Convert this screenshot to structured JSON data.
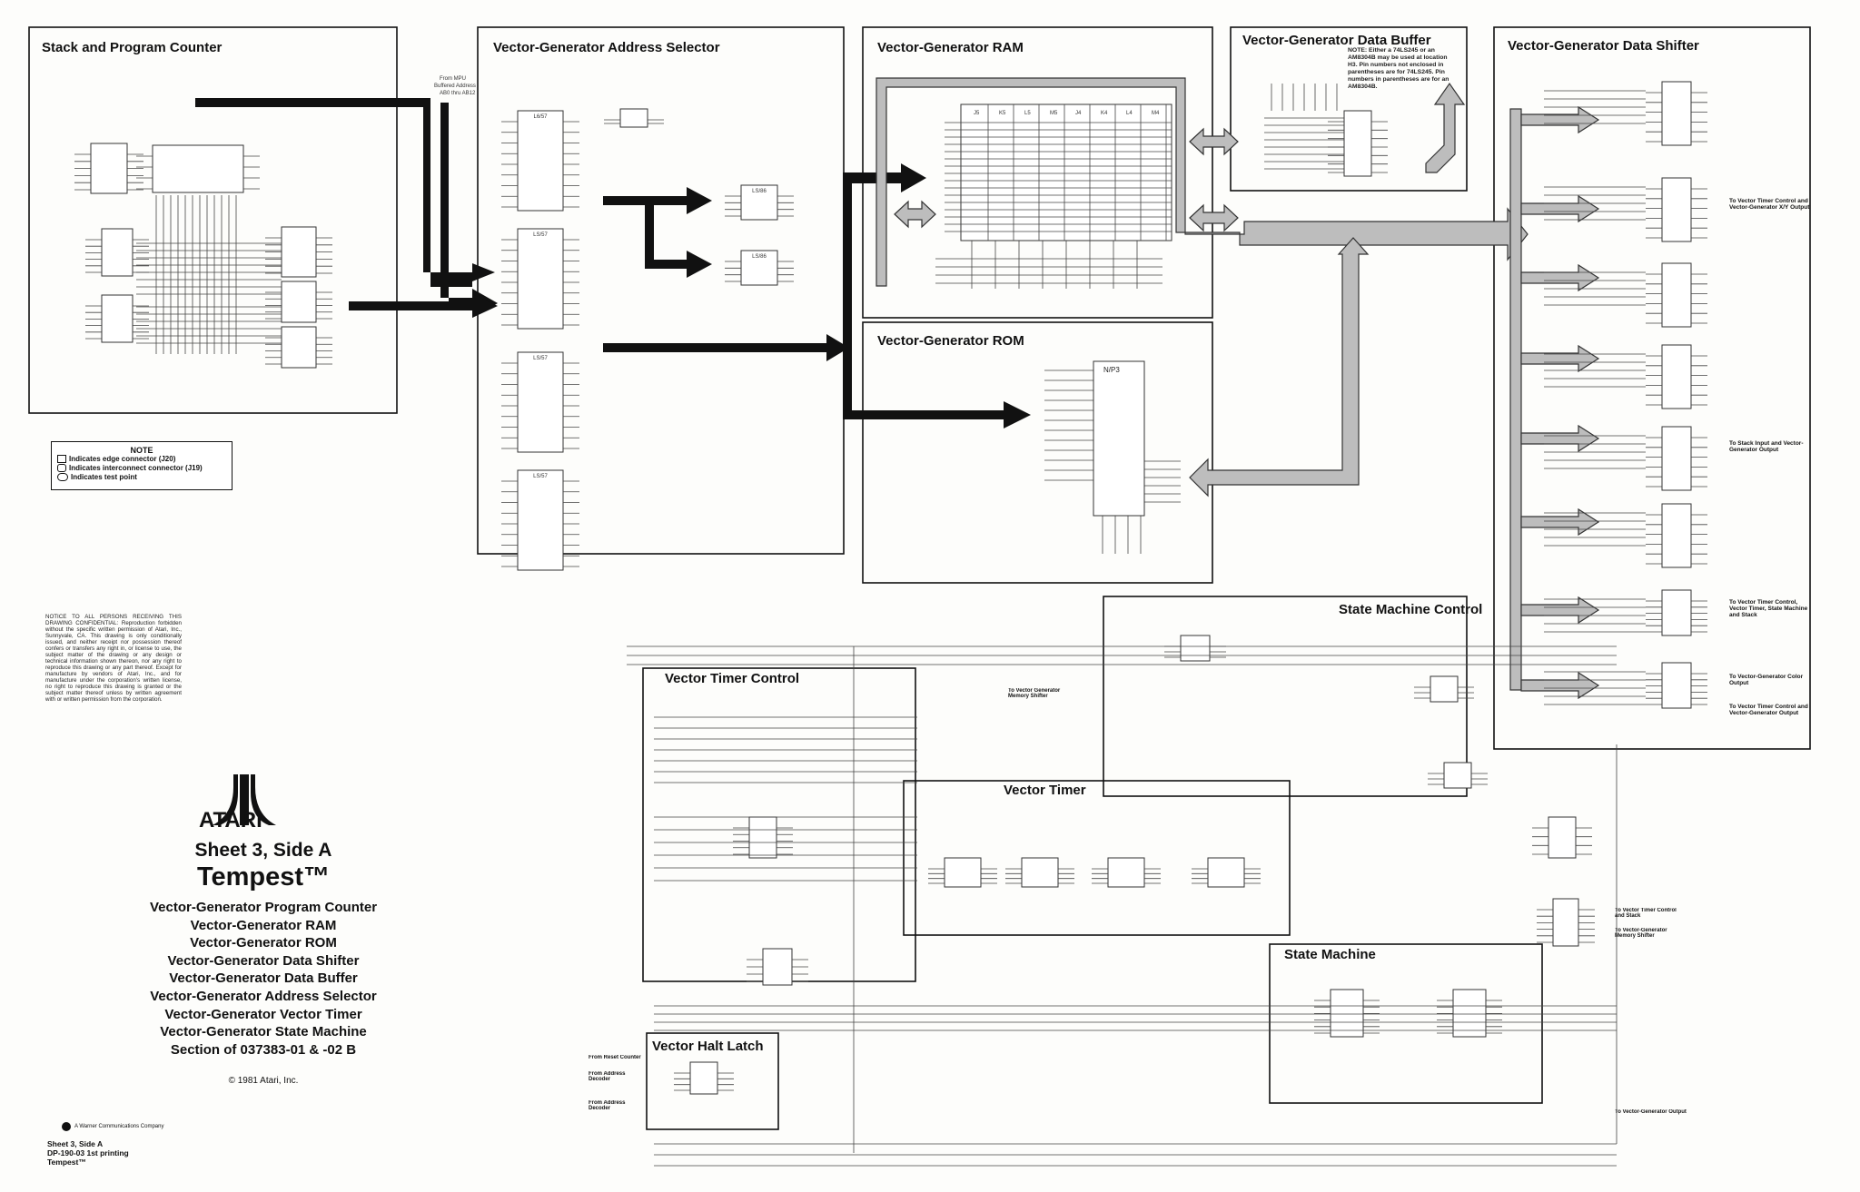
{
  "sections": {
    "stack_pc": "Stack and Program Counter",
    "addr_sel": "Vector-Generator Address Selector",
    "ram": "Vector-Generator RAM",
    "data_buffer": "Vector-Generator Data Buffer",
    "data_shifter": "Vector-Generator Data Shifter",
    "rom": "Vector-Generator ROM",
    "state_machine_control": "State Machine Control",
    "vector_timer_control": "Vector Timer Control",
    "vector_timer": "Vector Timer",
    "state_machine": "State Machine",
    "vector_halt_latch": "Vector Halt Latch"
  },
  "annotations": {
    "from_mpu": "From MPU Buffered Address AB0 thru AB12",
    "buffer_note": "NOTE: Either a 74LS245 or an AM8304B may be used at location H3. Pin numbers not enclosed in parentheses are for 74LS245. Pin numbers in parentheses are for an AM8304B.",
    "to_timer_xy": "To Vector Timer Control and Vector-Generator X/Y Output",
    "to_stack_output": "To Stack Input and Vector-Generator Output",
    "to_timer_sm_stack": "To Vector Timer Control, Vector Timer, State Machine and Stack",
    "to_color_output": "To Vector-Generator Color Output",
    "to_timer_output": "To Vector Timer Control and Vector-Generator Output",
    "to_memory_shifter": "To Vector Generator Memory Shifter",
    "to_timer_stack": "To Vector Timer Control and Stack",
    "to_memory_shifter2": "To Vector-Generator Memory Shifter",
    "to_output": "To Vector-Generator Output",
    "from_reset": "From Reset Counter",
    "from_addr_dec": "From Address Decoder",
    "from_addr_dec2": "From Address Decoder"
  },
  "note": {
    "title": "NOTE",
    "items": [
      "Indicates edge connector (J20)",
      "Indicates interconnect connector (J19)",
      "Indicates test point"
    ]
  },
  "notice": "NOTICE TO ALL PERSONS RECEIVING THIS DRAWING CONFIDENTIAL: Reproduction forbidden without the specific written permission of Atari, Inc., Sunnyvale, CA. This drawing is only conditionally issued, and neither receipt nor possession thereof confers or transfers any right in, or license to use, the subject matter of the drawing or any design or technical information shown thereon, nor any right to reproduce this drawing or any part thereof. Except for manufacture by vendors of Atari, Inc., and for manufacture under the corporation's written license, no right to reproduce this drawing is granted or the subject matter thereof unless by written agreement with or written permission from the corporation.",
  "brand": "ATARI",
  "sheet": "Sheet 3, Side A",
  "product": "Tempest™",
  "contents": [
    "Vector-Generator Program Counter",
    "Vector-Generator RAM",
    "Vector-Generator ROM",
    "Vector-Generator Data Shifter",
    "Vector-Generator Data Buffer",
    "Vector-Generator Address Selector",
    "Vector-Generator Vector Timer",
    "Vector-Generator State Machine",
    "Section of 037383-01 & -02 B"
  ],
  "copyright": "© 1981 Atari, Inc.",
  "wcc": "A Warner Communications Company",
  "footer": [
    "Sheet 3, Side A",
    "DP-190-03   1st printing",
    "Tempest™"
  ],
  "chips": {
    "ram_top": [
      "J5",
      "K5",
      "L5",
      "M5",
      "J4",
      "K4",
      "L4",
      "M4"
    ],
    "rom": "N/P3",
    "addr_mux": [
      "L6/57",
      "LS/57",
      "LS/57",
      "LS/57"
    ]
  },
  "colors": {
    "bus_black": "#111111",
    "bus_gray": "#bdbdbd"
  }
}
